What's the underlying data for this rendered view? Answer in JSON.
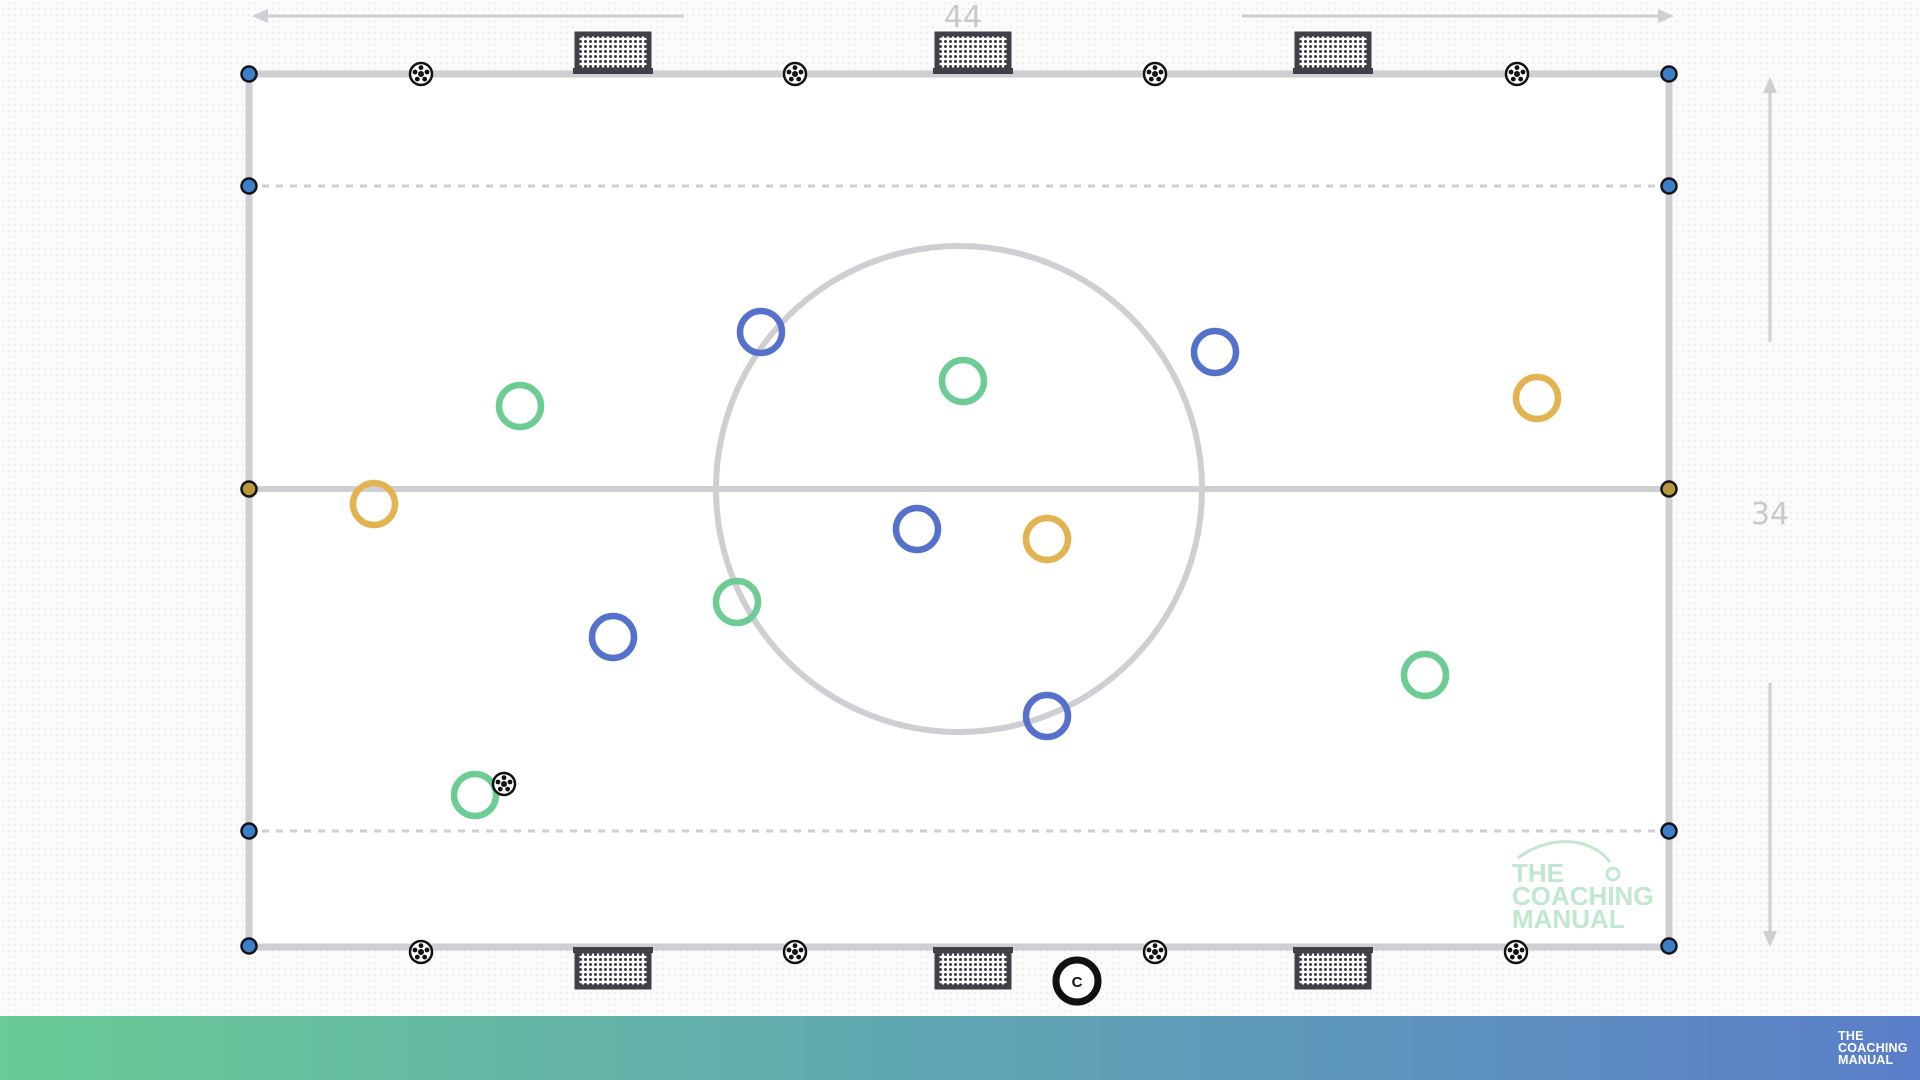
{
  "dimensions": {
    "width_label": "44",
    "height_label": "34"
  },
  "colors": {
    "pitch_line": "#cfcfd3",
    "blue_team": "#5571cc",
    "green_team": "#6dcc94",
    "yellow_team": "#e1b451",
    "marker_blue": "#3b7fc8",
    "marker_gold": "#b8983a",
    "goal_dark": "#404048",
    "coach": "#111111",
    "watermark": "#bfe8cf"
  },
  "coach": {
    "label": "C"
  },
  "watermark": {
    "line1": "THE",
    "line2": "COACHING",
    "line3": "MANUAL"
  },
  "footer_logo": {
    "line1": "THE",
    "line2": "COACHING",
    "line3": "MANUAL"
  },
  "legend": {
    "blue_team_icon": "circle-outline-blue",
    "green_team_icon": "circle-outline-green",
    "yellow_team_icon": "circle-outline-yellow",
    "ball_icon": "soccer-ball",
    "goal_icon": "mini-goal",
    "cone_icon": "marker-dot"
  }
}
